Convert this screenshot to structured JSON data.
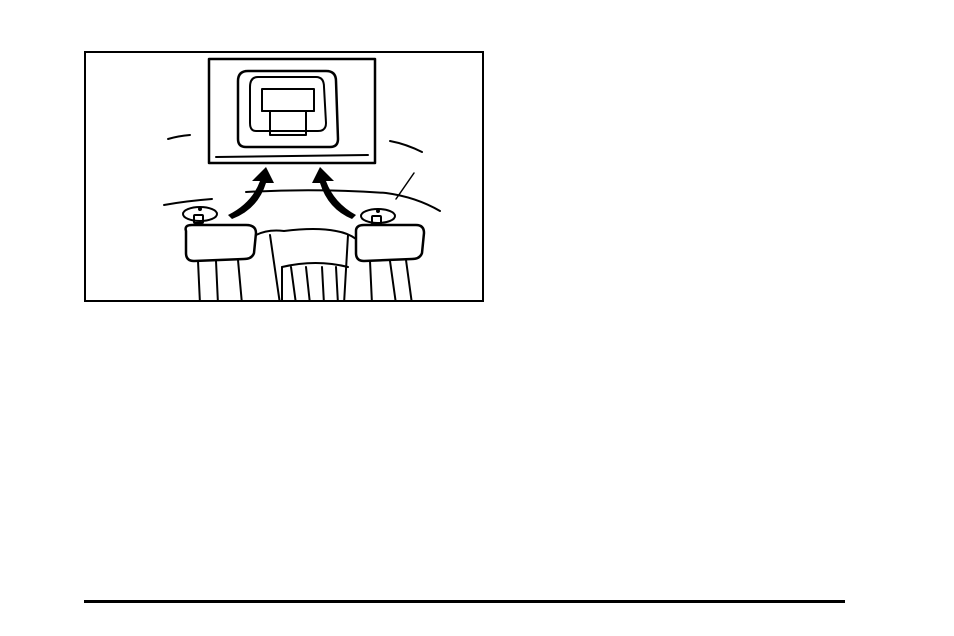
{
  "figure": {
    "subject": "rear-seat-top-tether-anchors",
    "parts": [
      "inset-detail-anchor",
      "left-anchor",
      "right-anchor",
      "left-head-restraint",
      "right-head-restraint",
      "center-seatback",
      "package-shelf"
    ]
  }
}
